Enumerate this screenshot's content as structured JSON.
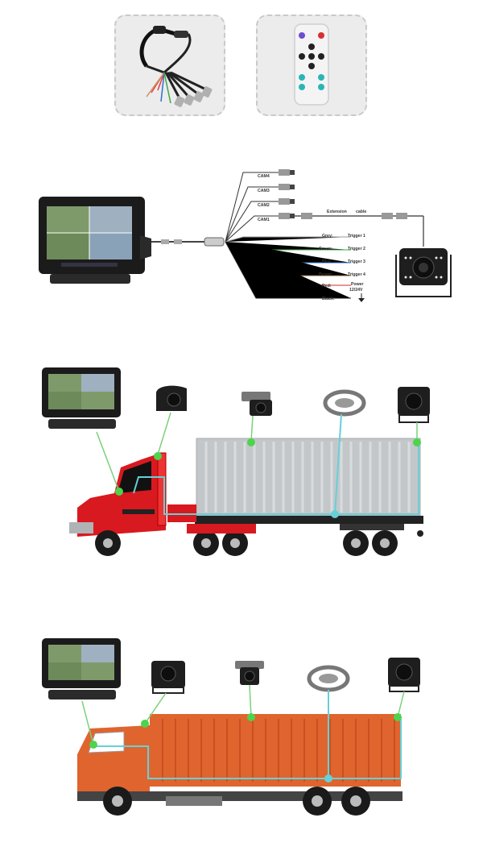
{
  "wiring": {
    "cameras": [
      "CAM4",
      "CAM3",
      "CAM2",
      "CAM1"
    ],
    "extension_label": "Extension",
    "cable_label": "cable",
    "wires": [
      {
        "color_name": "Grey:",
        "function": "Trigger 1",
        "color": "#9a9a9a"
      },
      {
        "color_name": "Green:",
        "function": "Trigger 2",
        "color": "#3aa845"
      },
      {
        "color_name": "Blue:",
        "function": "Trigger 3",
        "color": "#2f6fd0"
      },
      {
        "color_name": "Brown:",
        "function": "Trigger 4",
        "color": "#8b5a2b"
      },
      {
        "color_name": "Red:",
        "function": "Power",
        "color": "#d42a2a"
      },
      {
        "color_name": "Black:",
        "function": "",
        "color": "#222222"
      }
    ],
    "power_voltage": "12/24V"
  },
  "colors": {
    "connection_node": "#4cd44c",
    "camera_line": "#7bd07b",
    "cable_route": "#66d0d8",
    "semi_truck_cab": "#d8191f",
    "container_grey": "#c4c7ca",
    "box_truck_orange": "#e0642e"
  },
  "icons": [
    "cable-harness-icon",
    "remote-control-icon",
    "monitor-icon",
    "ahd-camera-icon",
    "side-camera-icon",
    "mini-camera-icon",
    "ring-camera-icon",
    "ground-icon"
  ]
}
